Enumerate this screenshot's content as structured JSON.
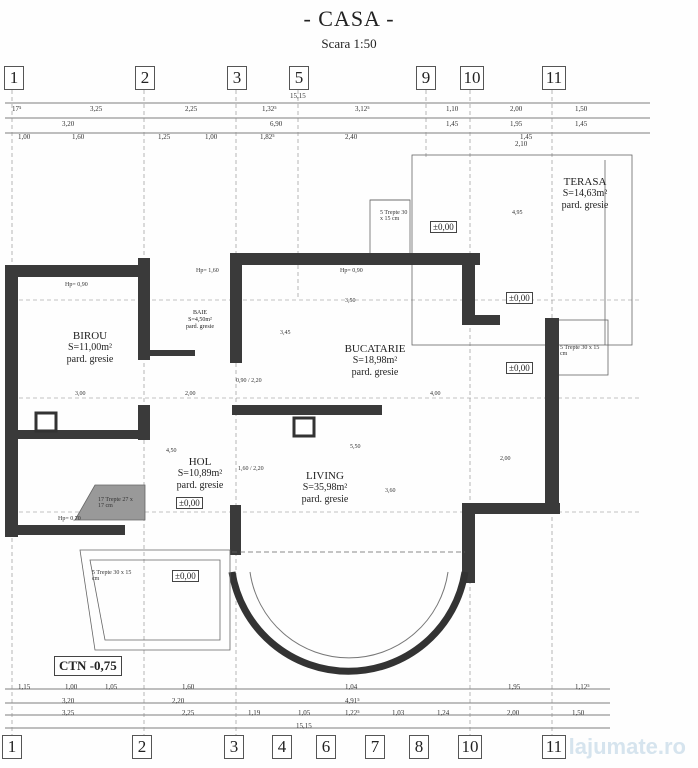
{
  "title": "- CASA -",
  "scale": "Scara 1:50",
  "axes_top": [
    "1",
    "2",
    "3",
    "5",
    "9",
    "10",
    "11"
  ],
  "axes_bottom": [
    "1",
    "2",
    "3",
    "4",
    "6",
    "7",
    "8",
    "10",
    "11"
  ],
  "dims_top": [
    "15,15",
    "17⁵",
    "3,25",
    "2,25",
    "1,32⁵",
    "3,12⁵",
    "1,10",
    "2,00",
    "1,50",
    "3,20",
    "6,90",
    "1,45",
    "1,95",
    "1,45",
    "1,00",
    "1,60",
    "1,25",
    "1,00",
    "1,82⁵",
    "2,40",
    "1,45",
    "2,10"
  ],
  "dims_bottom": [
    "1,15",
    "1,00",
    "1,05",
    "1,60",
    "1,04",
    "1,95",
    "1,12⁵",
    "3,20",
    "2,20",
    "4,91⁵",
    "3,25",
    "2,25",
    "1,19",
    "1,05",
    "1,22⁵",
    "1,03",
    "1,24",
    "2,00",
    "1,50",
    "15,15"
  ],
  "rooms": [
    {
      "name": "BIROU",
      "area": "S=11,00m²",
      "floor": "pard. gresie"
    },
    {
      "name": "BAIE",
      "area": "S=4,50m²",
      "floor": "pard. gresie"
    },
    {
      "name": "BUCATARIE",
      "area": "S=18,98m²",
      "floor": "pard. gresie"
    },
    {
      "name": "HOL",
      "area": "S=10,89m²",
      "floor": "pard. gresie"
    },
    {
      "name": "LIVING",
      "area": "S=35,98m²",
      "floor": "pard. gresie"
    },
    {
      "name": "TERASA",
      "area": "S=14,63m²",
      "floor": "pard. gresie"
    }
  ],
  "levels": [
    "±0,00",
    "±0,00",
    "±0,00",
    "±0,00",
    "±0,00"
  ],
  "ctn": "CTN -0,75",
  "notes": [
    "17 Trepte 27 x 17 cm",
    "5 Trepte 30 x 15 cm",
    "5 Trepte 30 x 15 cm",
    "5 Trepte 30 x 15 cm",
    "Hp= 0,90",
    "Hp= 1,60",
    "Hp= 0,90",
    "Hp= 0,70",
    "3,50",
    "3,00",
    "2,00",
    "4,00",
    "5,50",
    "2,00",
    "0,90 / 2,20",
    "1,60 / 2,20",
    "4,50",
    "3,60",
    "4,95",
    "3,45"
  ],
  "watermark": "lajumate.ro"
}
